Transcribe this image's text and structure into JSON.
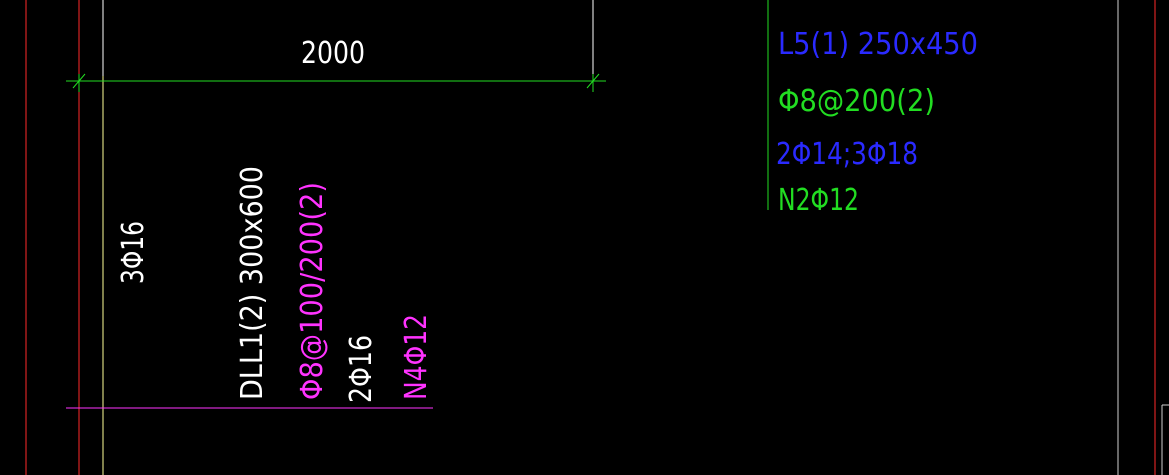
{
  "colors": {
    "background": "#000000",
    "red_line": "#ff2a2a",
    "yellow_line": "#ffff99",
    "green": "#22dd22",
    "magenta": "#ff33ff",
    "white": "#ffffff",
    "blue": "#2a2aff",
    "grey_line": "#cfcfcf"
  },
  "dimension": {
    "value": "2000"
  },
  "beam_l5": {
    "name": "L5(1) 250x450",
    "stirrups": "Φ8@200(2)",
    "longitudinal": "2Φ14;3Φ18",
    "side_bars": "N2Φ12"
  },
  "beam_dll1": {
    "name": "DLL1(2) 300x600",
    "stirrups": "Φ8@100/200(2)",
    "top_bars": "2Φ16",
    "side_bars": "N4Φ12"
  },
  "left_rebar": {
    "label": "3Φ16"
  }
}
